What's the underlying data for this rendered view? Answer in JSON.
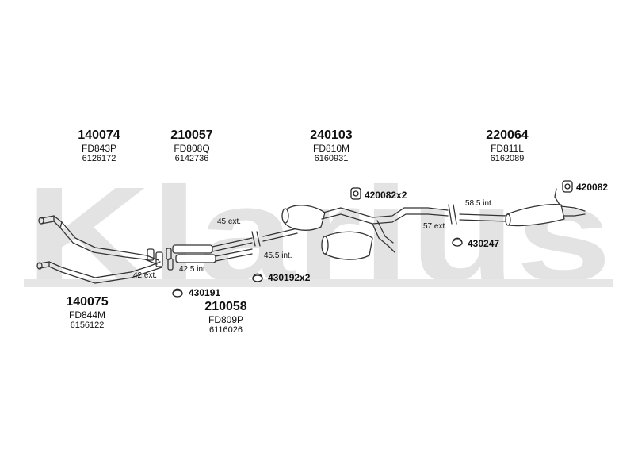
{
  "watermark": {
    "text": "Klarius"
  },
  "parts": [
    {
      "number": "140074",
      "code": "FD843P",
      "ref": "6126172"
    },
    {
      "number": "210057",
      "code": "FD808Q",
      "ref": "6142736"
    },
    {
      "number": "240103",
      "code": "FD810M",
      "ref": "6160931"
    },
    {
      "number": "220064",
      "code": "FD811L",
      "ref": "6162089"
    },
    {
      "number": "140075",
      "code": "FD844M",
      "ref": "6156122"
    },
    {
      "number": "210058",
      "code": "FD809P",
      "ref": "6116026"
    }
  ],
  "hardware": [
    {
      "label": "420082x2"
    },
    {
      "label": "420082"
    },
    {
      "label": "430247"
    },
    {
      "label": "430191"
    },
    {
      "label": "430192x2"
    }
  ],
  "dimensions": [
    {
      "label": "45 ext."
    },
    {
      "label": "42.5 int."
    },
    {
      "label": "42 ext."
    },
    {
      "label": "45.5 int."
    },
    {
      "label": "58.5 int."
    },
    {
      "label": "57 ext."
    }
  ],
  "colors": {
    "watermark": "#e3e3e3",
    "line": "#333333",
    "part_fill": "#ffffff"
  }
}
